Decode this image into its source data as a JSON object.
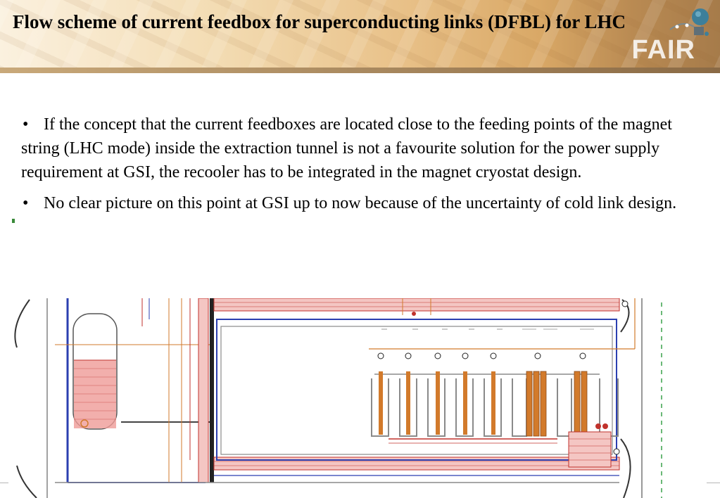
{
  "slide": {
    "title": "Flow scheme of current feedbox for superconducting links (DFBL) for LHC",
    "logo_text": "FAIR"
  },
  "bullets": [
    {
      "marker": "•",
      "text": "If the concept that the current feedboxes are located close to the feeding points of the magnet string (LHC mode) inside the extraction tunnel is not a favourite solution for the power supply requirement at GSI, the recooler has to be integrated in the magnet cryostat design."
    },
    {
      "marker": "•",
      "text": "No clear picture on this point at GSI up to now because of the uncertainty of cold link design."
    }
  ],
  "colors": {
    "pipe_red": "#c0322c",
    "pipe_blue": "#2b3fb0",
    "lead_orange": "#d27a2b",
    "vessel_grey": "#8a8a8a"
  }
}
